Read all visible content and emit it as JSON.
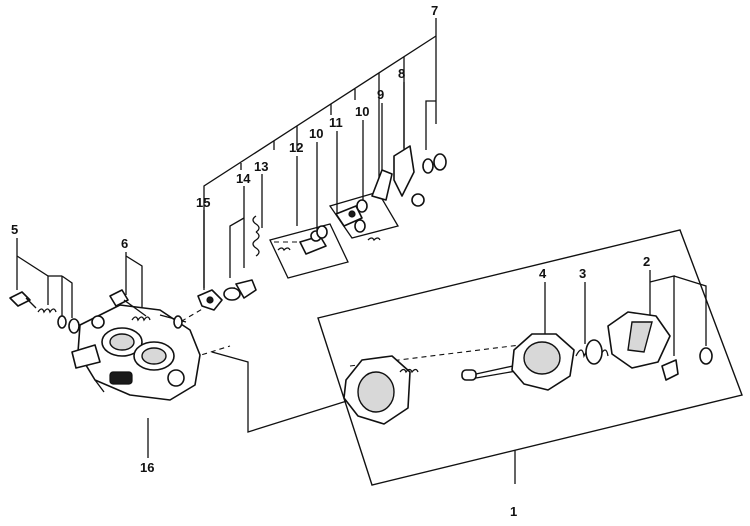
{
  "diagram": {
    "callouts": {
      "c1": "1",
      "c2": "2",
      "c3": "3",
      "c4": "4",
      "c5": "5",
      "c6": "6",
      "c7": "7",
      "c8": "8",
      "c9": "9",
      "c10a": "10",
      "c10b": "10",
      "c11": "11",
      "c12": "12",
      "c13": "13",
      "c14": "14",
      "c15": "15",
      "c16": "16"
    }
  }
}
